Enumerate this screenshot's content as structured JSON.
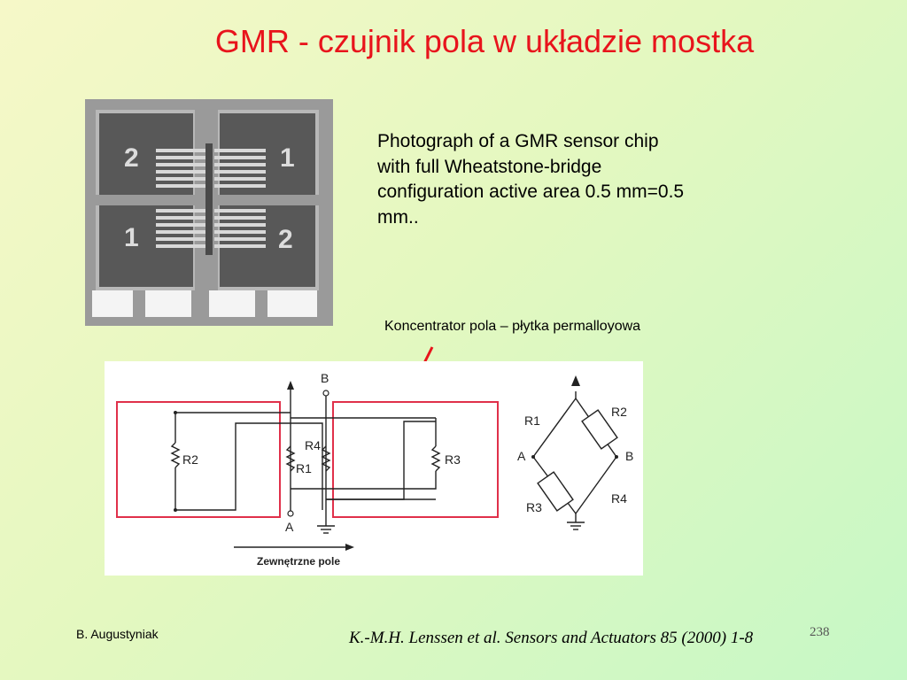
{
  "slide": {
    "title": "GMR - czujnik pola w układzie mostka",
    "caption": "Photograph of a GMR sensor chip with full Wheatstone-bridge configuration active area 0.5 mm=0.5 mm..",
    "concentrator_label": "Koncentrator pola – płytka permalloyowa",
    "author": "B. Augustyniak",
    "citation": "K.-M.H. Lenssen et al. Sensors and Actuators 85 (2000) 1-8",
    "page_number": "238"
  },
  "chip_photo": {
    "labels": [
      "2",
      "1",
      "1",
      "2"
    ]
  },
  "circuit_left": {
    "node_b": "B",
    "node_a": "A",
    "r2": "R2",
    "r4": "R4",
    "r1": "R1",
    "r3": "R3",
    "field_label": "Zewnętrzne pole"
  },
  "bridge_right": {
    "r1": "R1",
    "r2": "R2",
    "r3": "R3",
    "r4": "R4",
    "node_a": "A",
    "node_b": "B"
  },
  "colors": {
    "title": "#e8141c",
    "concentrator_box": "#e0304a",
    "arrow": "#e8141c"
  }
}
